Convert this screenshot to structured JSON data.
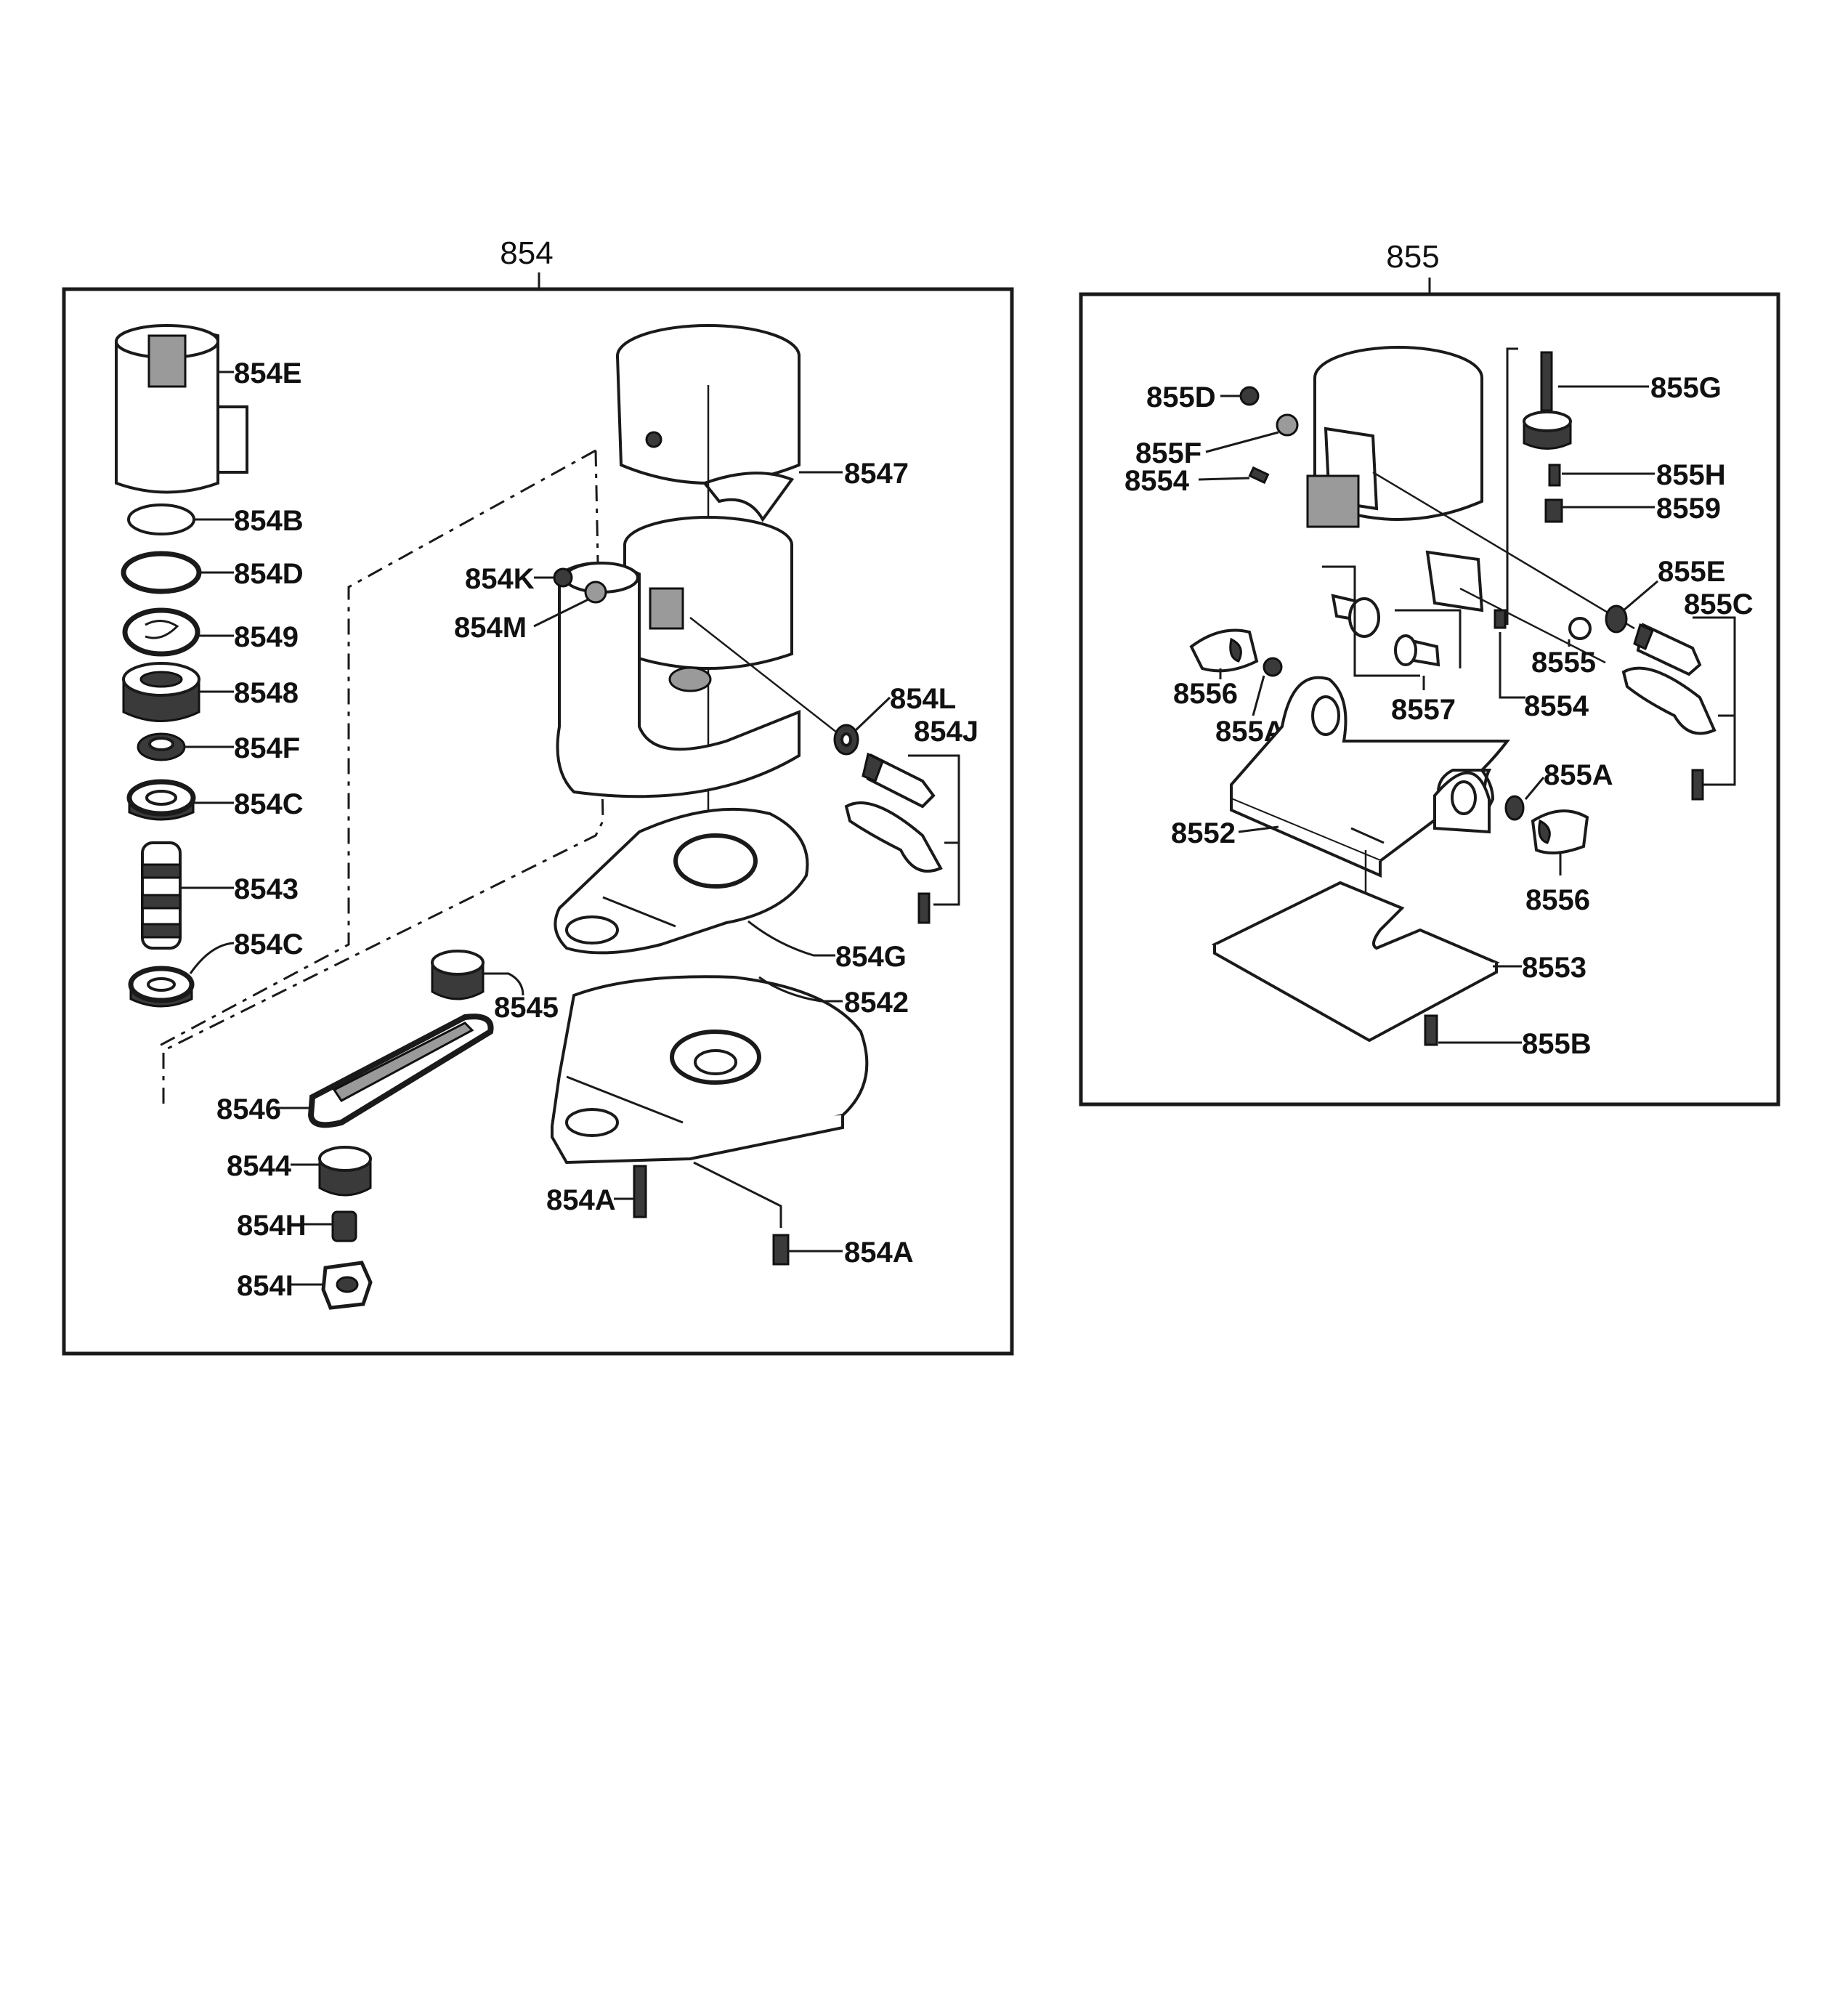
{
  "groups": [
    {
      "id": "g854",
      "title": "854"
    },
    {
      "id": "g855",
      "title": "855"
    }
  ],
  "labels": {
    "l854E": "854E",
    "l854B": "854B",
    "l854D": "854D",
    "l8549": "8549",
    "l8548": "8548",
    "l854F": "854F",
    "l854C1": "854C",
    "l8543": "8543",
    "l854C2": "854C",
    "l8547": "8547",
    "l854K": "854K",
    "l854M": "854M",
    "l854L": "854L",
    "l854J": "854J",
    "l854G": "854G",
    "l8542": "8542",
    "l8545": "8545",
    "l8546": "8546",
    "l8544": "8544",
    "l854H": "854H",
    "l854I": "854I",
    "l854A1": "854A",
    "l854A2": "854A",
    "l855D": "855D",
    "l855F": "855F",
    "l8554a": "8554",
    "l855G": "855G",
    "l855H": "855H",
    "l8559": "8559",
    "l855E": "855E",
    "l855C": "855C",
    "l8556a": "8556",
    "l855A1": "855A",
    "l8557": "8557",
    "l8555": "8555",
    "l8554b": "8554",
    "l855A2": "855A",
    "l8552": "8552",
    "l8556b": "8556",
    "l8553": "8553",
    "l855B": "855B"
  }
}
